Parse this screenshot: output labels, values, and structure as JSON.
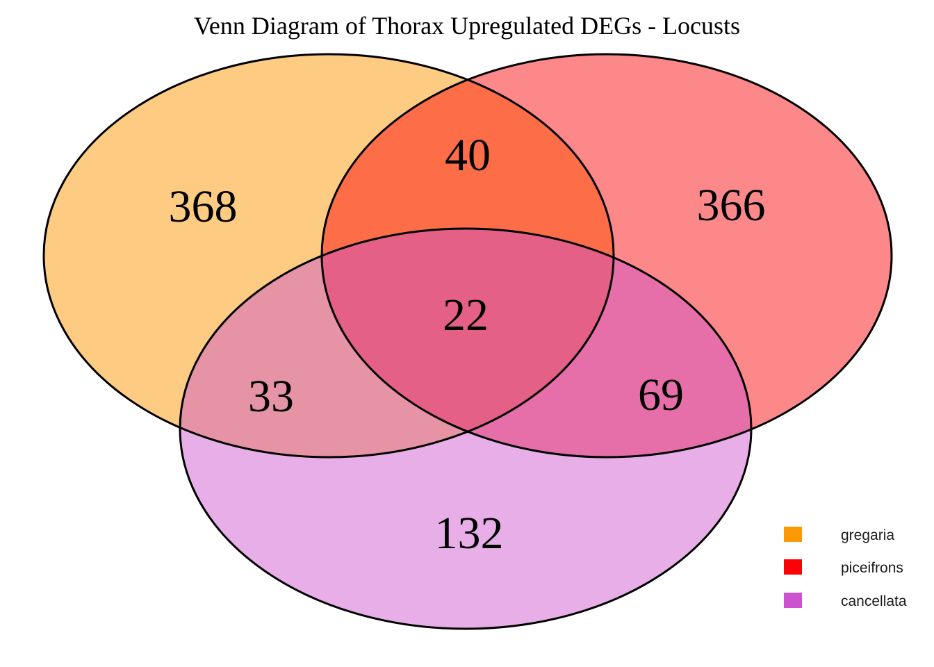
{
  "title": "Venn Diagram of Thorax Upregulated DEGs - Locusts",
  "chart_data": {
    "type": "venn",
    "title": "Venn Diagram of Thorax Upregulated DEGs - Locusts",
    "sets": [
      {
        "name": "gregaria",
        "color": "#FB9A06",
        "only": 368
      },
      {
        "name": "piceifrons",
        "color": "#FA0207",
        "only": 366
      },
      {
        "name": "cancellata",
        "color": "#CD52CF",
        "only": 132
      }
    ],
    "intersections": [
      {
        "sets": [
          "gregaria",
          "piceifrons"
        ],
        "value": 40
      },
      {
        "sets": [
          "gregaria",
          "cancellata"
        ],
        "value": 33
      },
      {
        "sets": [
          "piceifrons",
          "cancellata"
        ],
        "value": 69
      },
      {
        "sets": [
          "gregaria",
          "piceifrons",
          "cancellata"
        ],
        "value": 22
      }
    ],
    "legend_position": "bottom-right",
    "outline_color": "#000000",
    "background_color": "#ffffff"
  }
}
